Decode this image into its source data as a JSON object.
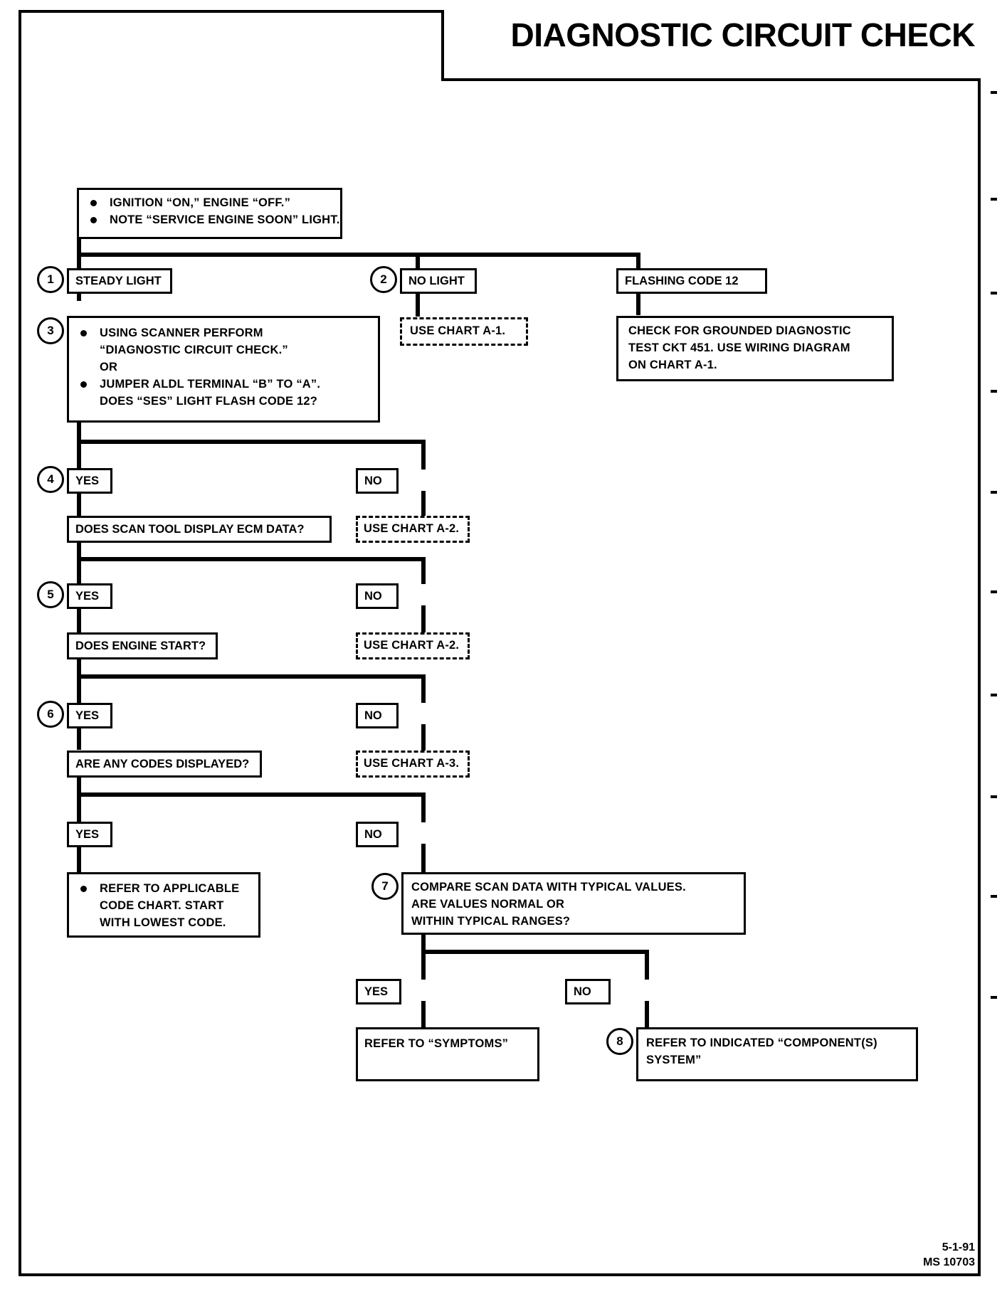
{
  "document": {
    "title": "DIAGNOSTIC CIRCUIT CHECK",
    "footer_date": "5-1-91",
    "footer_code": "MS 10703"
  },
  "nodes": {
    "start": {
      "bullets": [
        "IGNITION “ON,” ENGINE  “OFF.”",
        "NOTE “SERVICE ENGINE SOON” LIGHT."
      ]
    },
    "steady_light": {
      "label": "STEADY LIGHT",
      "step": "1"
    },
    "no_light": {
      "label": "NO LIGHT",
      "step": "2"
    },
    "flashing_code_12": {
      "label": "FLASHING CODE 12"
    },
    "use_chart_a1": {
      "label": "USE CHART A-1."
    },
    "check_grounded": {
      "step": "",
      "lines": [
        "CHECK FOR GROUNDED DIAGNOSTIC",
        "TEST CKT 451.  USE WIRING DIAGRAM",
        "ON CHART A-1."
      ]
    },
    "scanner_perform": {
      "step": "3",
      "bullet1": [
        "USING  SCANNER  PERFORM",
        "“DIAGNOSTIC CIRCUIT CHECK.”"
      ],
      "or": "OR",
      "bullet2": [
        "JUMPER ALDL TERMINAL “B” TO “A”.",
        "DOES “SES” LIGHT FLASH CODE 12?"
      ]
    },
    "yes4": {
      "label": "YES",
      "step": "4"
    },
    "no4": {
      "label": "NO"
    },
    "scan_tool_ecm": {
      "label": "DOES SCAN TOOL  DISPLAY ECM DATA?"
    },
    "use_chart_a2_a": {
      "label": "USE CHART A-2."
    },
    "yes5": {
      "label": "YES",
      "step": "5"
    },
    "no5": {
      "label": "NO"
    },
    "engine_start": {
      "label": "DOES ENGINE START?"
    },
    "use_chart_a2_b": {
      "label": "USE CHART A-2."
    },
    "yes6": {
      "label": "YES",
      "step": "6"
    },
    "no6": {
      "label": "NO"
    },
    "codes_displayed": {
      "label": "ARE ANY CODES DISPLAYED?"
    },
    "use_chart_a3": {
      "label": "USE CHART A-3."
    },
    "yes7": {
      "label": "YES"
    },
    "no7": {
      "label": "NO"
    },
    "refer_code_chart": {
      "bullet": [
        "REFER TO APPLICABLE",
        "CODE CHART.  START",
        "WITH LOWEST CODE."
      ]
    },
    "compare_scan_data": {
      "step": "7",
      "lines": [
        "COMPARE SCAN DATA WITH TYPICAL VALUES.",
        "ARE VALUES NORMAL OR",
        "WITHIN TYPICAL RANGES?"
      ]
    },
    "yes8": {
      "label": "YES"
    },
    "no8": {
      "label": "NO"
    },
    "refer_symptoms": {
      "label": "REFER TO “SYMPTOMS”"
    },
    "refer_component": {
      "step": "8",
      "lines": [
        "REFER TO INDICATED “COMPONENT(S)",
        "SYSTEM”"
      ]
    }
  },
  "colors": {
    "ink": "#000000",
    "paper": "#ffffff"
  }
}
